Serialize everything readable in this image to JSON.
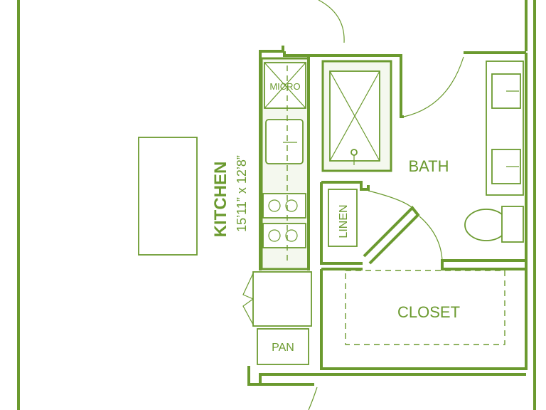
{
  "rooms": {
    "kitchen_name": "KITCHEN",
    "kitchen_dims": "15’11” x 12’8”",
    "micro": "MICRO",
    "bath": "BATH",
    "linen": "LINEN",
    "closet": "CLOSET",
    "pantry": "PAN"
  },
  "colors": {
    "wall": "#6b9a2f",
    "fill": "#f4f8ee"
  }
}
